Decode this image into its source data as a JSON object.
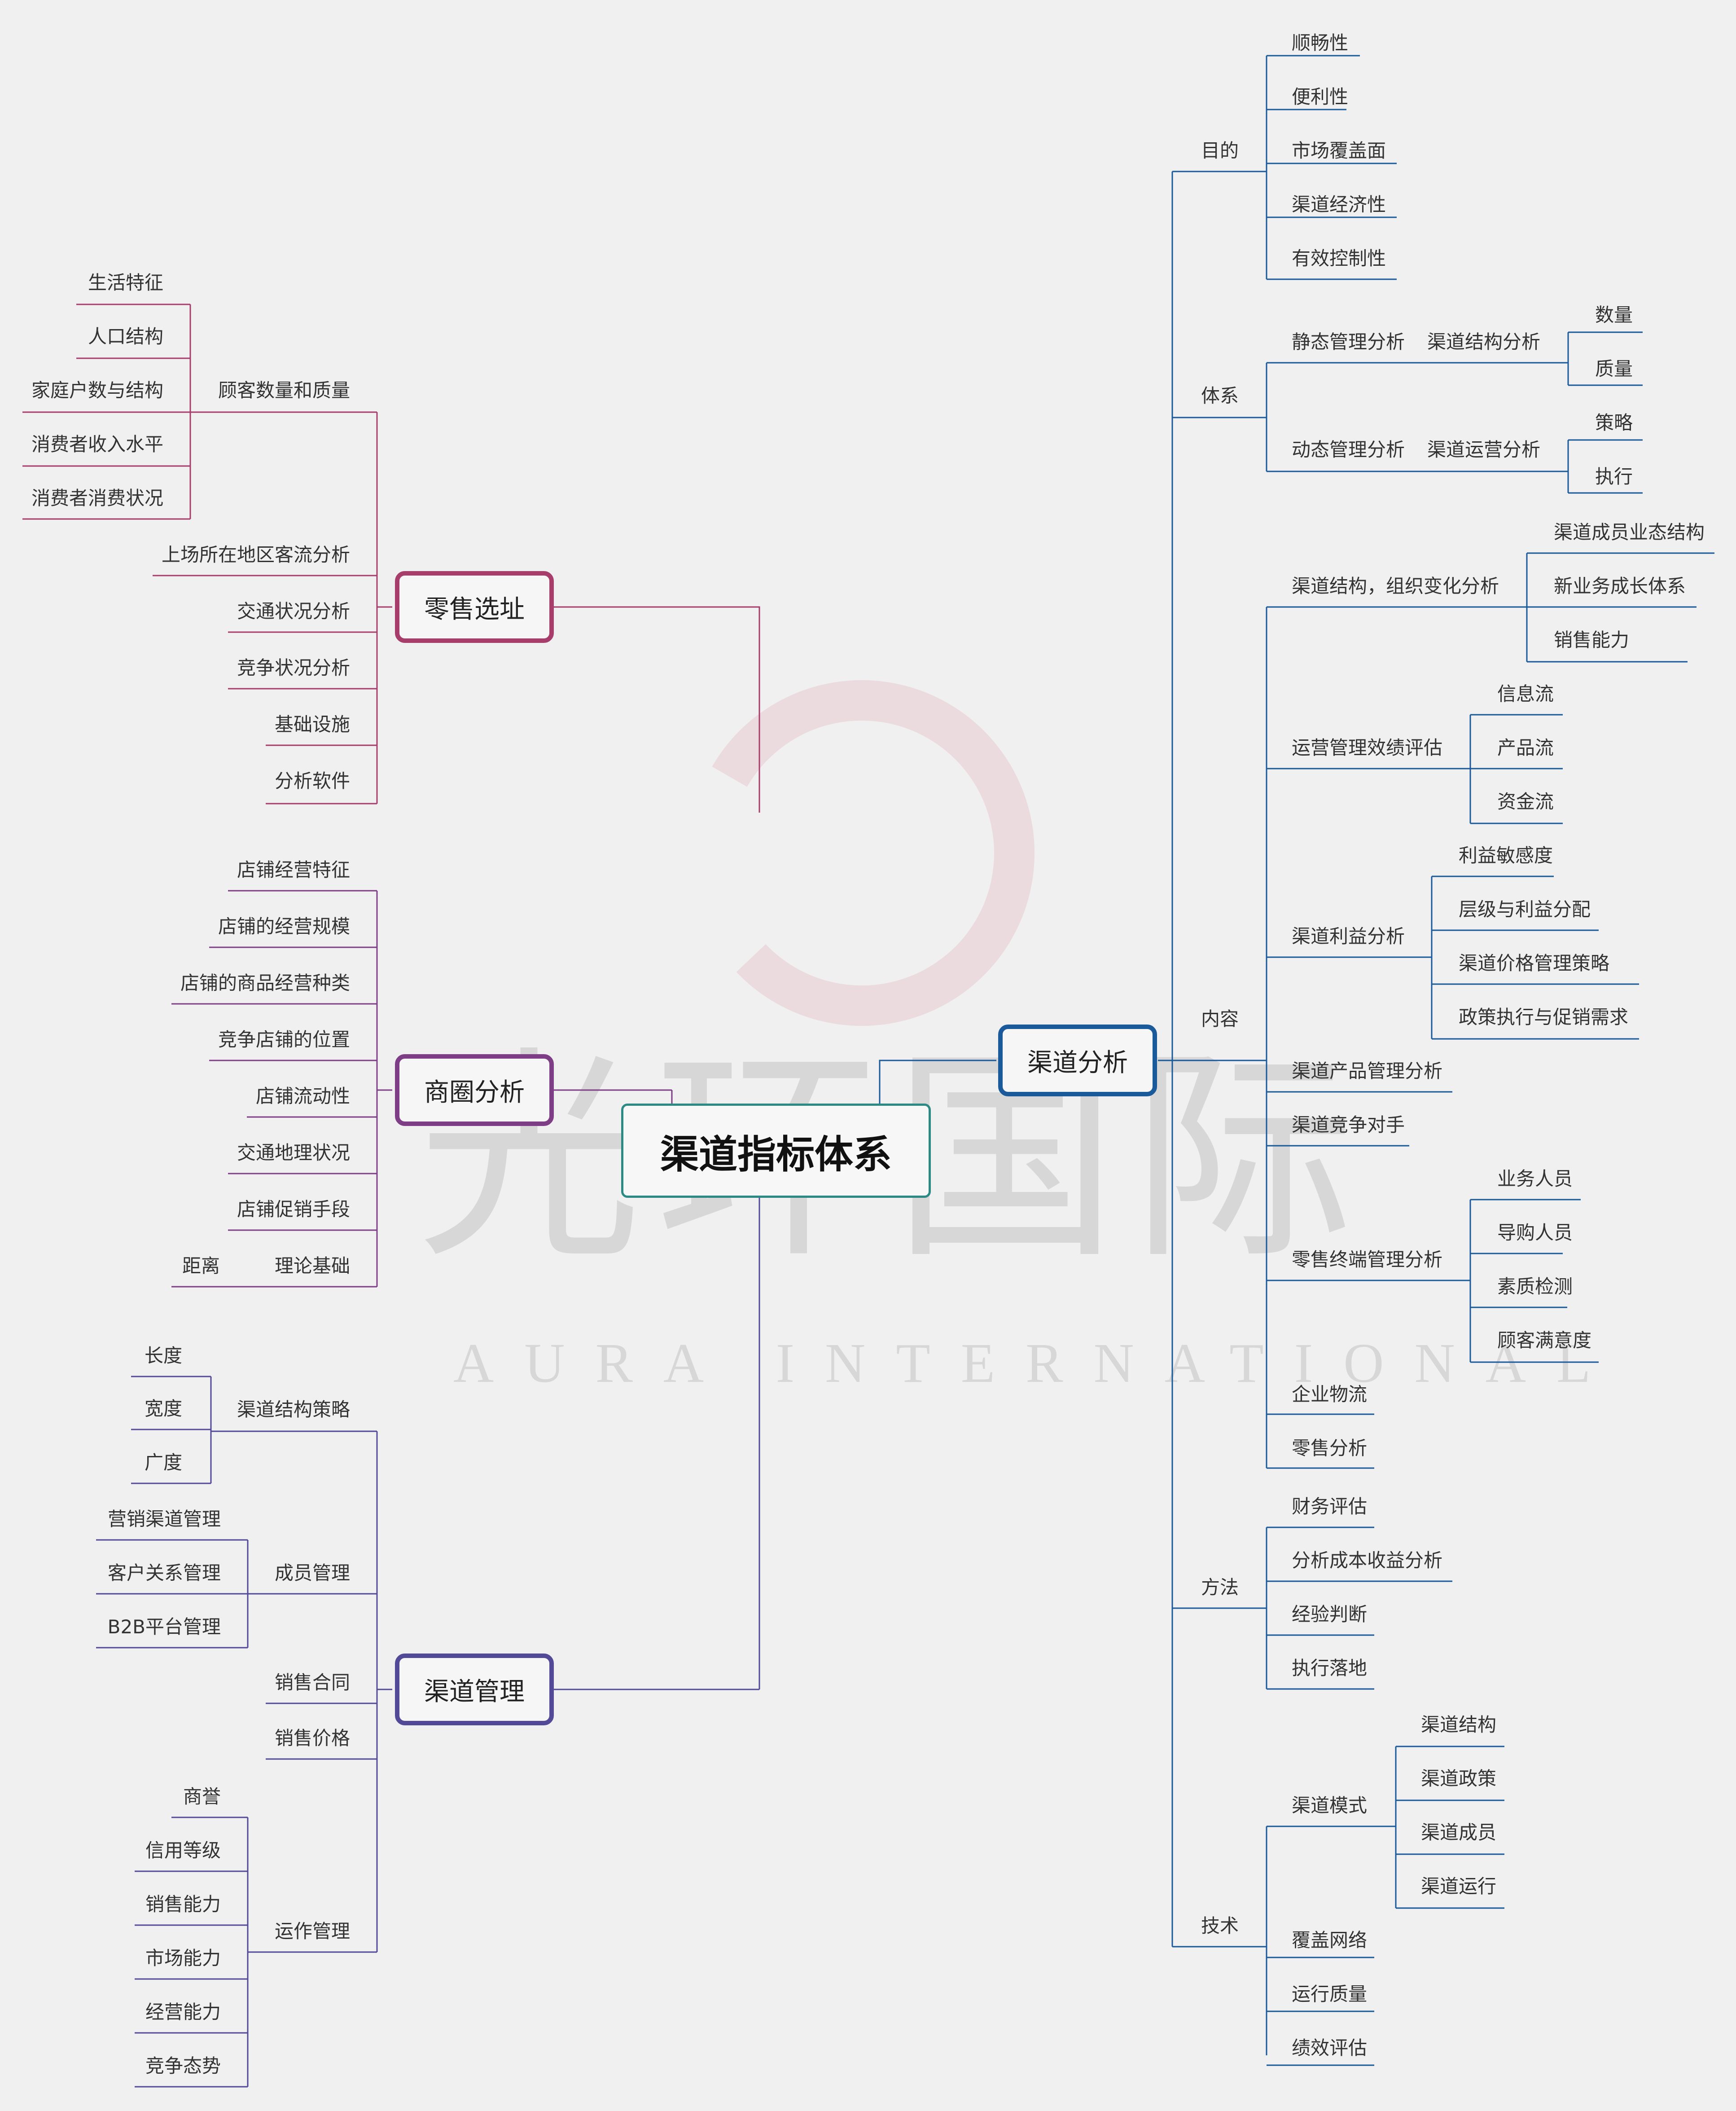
{
  "root": "渠道指标体系",
  "watermark": {
    "cn": "光环国际",
    "en": "AURA INTERNATIONAL"
  },
  "colors": {
    "root_border": "#2b8a84",
    "channel_analysis": "#1b5a9a",
    "retail_location": "#a63d6b",
    "trade_area": "#7e3e86",
    "channel_management": "#534a97"
  },
  "right": {
    "title": "渠道分析",
    "purpose": {
      "label": "目的",
      "items": [
        "顺畅性",
        "便利性",
        "市场覆盖面",
        "渠道经济性",
        "有效控制性"
      ]
    },
    "system": {
      "label": "体系",
      "static": {
        "label": "静态管理分析",
        "sub": "渠道结构分析",
        "items": [
          "数量",
          "质量"
        ]
      },
      "dynamic": {
        "label": "动态管理分析",
        "sub": "渠道运营分析",
        "items": [
          "策略",
          "执行"
        ]
      }
    },
    "content": {
      "label": "内容",
      "structure": {
        "label": "渠道结构，组织变化分析",
        "items": [
          "渠道成员业态结构",
          "新业务成长体系",
          "销售能力"
        ]
      },
      "ops": {
        "label": "运营管理效绩评估",
        "items": [
          "信息流",
          "产品流",
          "资金流"
        ]
      },
      "profit": {
        "label": "渠道利益分析",
        "items": [
          "利益敏感度",
          "层级与利益分配",
          "渠道价格管理策略",
          "政策执行与促销需求"
        ]
      },
      "product": "渠道产品管理分析",
      "competitor": "渠道竞争对手",
      "terminal": {
        "label": "零售终端管理分析",
        "items": [
          "业务人员",
          "导购人员",
          "素质检测",
          "顾客满意度"
        ]
      },
      "logistics": "企业物流",
      "retail": "零售分析"
    },
    "method": {
      "label": "方法",
      "items": [
        "财务评估",
        "分析成本收益分析",
        "经验判断",
        "执行落地"
      ]
    },
    "tech": {
      "label": "技术",
      "mode": {
        "label": "渠道模式",
        "items": [
          "渠道结构",
          "渠道政策",
          "渠道成员",
          "渠道运行"
        ]
      },
      "items": [
        "覆盖网络",
        "运行质量",
        "绩效评估"
      ]
    }
  },
  "left_top": {
    "title": "零售选址",
    "customers": {
      "label": "顾客数量和质量",
      "items": [
        "生活特征",
        "人口结构",
        "家庭户数与结构",
        "消费者收入水平",
        "消费者消费状况"
      ]
    },
    "items": [
      "上场所在地区客流分析",
      "交通状况分析",
      "竞争状况分析",
      "基础设施",
      "分析软件"
    ]
  },
  "left_mid": {
    "title": "商圈分析",
    "items": [
      "店铺经营特征",
      "店铺的经营规模",
      "店铺的商品经营种类",
      "竞争店铺的位置",
      "店铺流动性",
      "交通地理状况",
      "店铺促销手段",
      "理论基础"
    ],
    "theory_sub": "距离"
  },
  "left_bottom": {
    "title": "渠道管理",
    "structure": {
      "label": "渠道结构策略",
      "items": [
        "长度",
        "宽度",
        "广度"
      ]
    },
    "members": {
      "label": "成员管理",
      "items": [
        "营销渠道管理",
        "客户关系管理",
        "B2B平台管理"
      ]
    },
    "contract": "销售合同",
    "price": "销售价格",
    "operation": {
      "label": "运作管理",
      "items": [
        "商誉",
        "信用等级",
        "销售能力",
        "市场能力",
        "经营能力",
        "竞争态势"
      ]
    }
  }
}
